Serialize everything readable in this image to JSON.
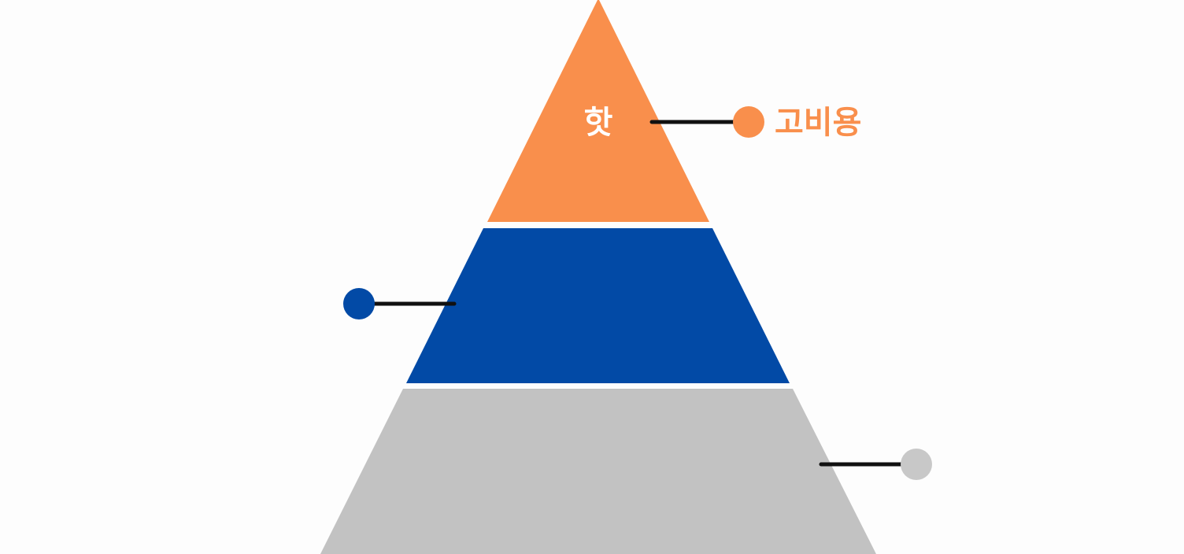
{
  "diagram": {
    "type": "pyramid",
    "tiers": [
      {
        "id": "top",
        "label": "핫",
        "callout_text": "고비용",
        "color": "#f98f4c",
        "label_color": "#ffffff",
        "callout_color": "#f98f4c"
      },
      {
        "id": "middle",
        "label": "",
        "callout_text": "",
        "color": "#024aa6",
        "callout_color": "#024aa6"
      },
      {
        "id": "bottom",
        "label": "",
        "callout_text": "",
        "color": "#c2c2c2",
        "callout_color": "#c8c8c8"
      }
    ],
    "leader_line_color": "#111111"
  }
}
